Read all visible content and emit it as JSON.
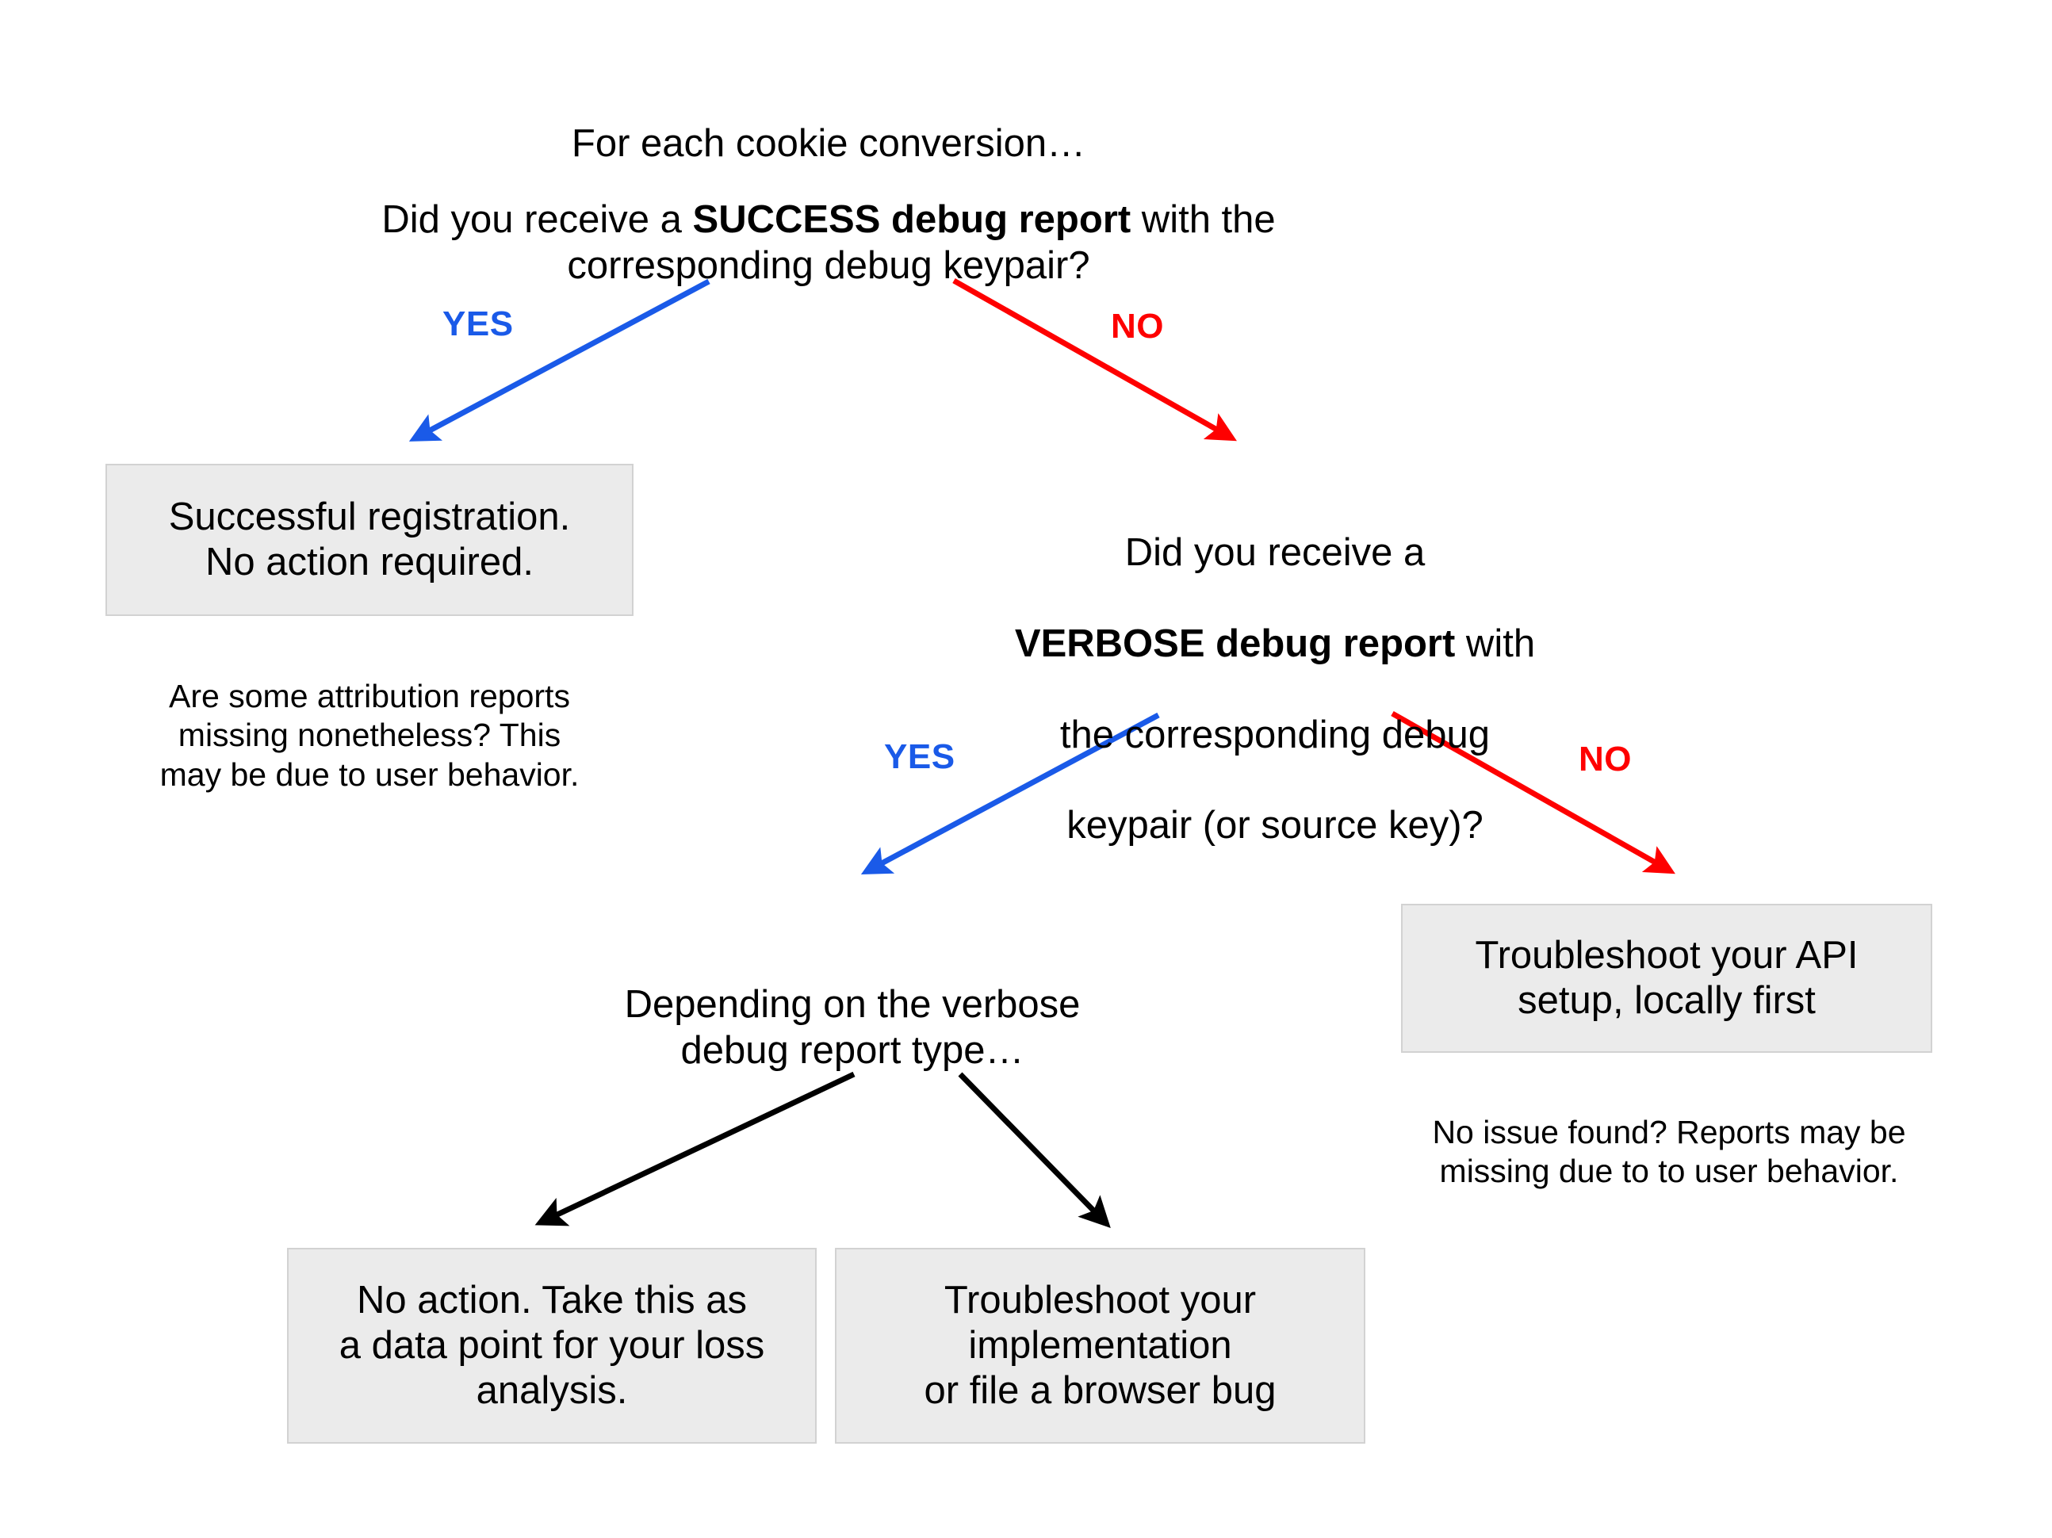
{
  "diagram": {
    "title": "For each cookie conversion…",
    "colors": {
      "yes_blue": "#1a5ae8",
      "no_red": "#fe0000",
      "box_fill": "#ebebeb",
      "box_border": "#d2d2d2",
      "arrow_black": "#000000"
    },
    "root": {
      "prompt": "For each cookie conversion…",
      "question_prefix": "Did you receive a ",
      "question_bold": "SUCCESS debug report",
      "question_suffix": " with the\ncorresponding debug keypair?"
    },
    "edges": [
      {
        "id": "root-yes",
        "label": "YES",
        "color": "#1a5ae8"
      },
      {
        "id": "root-no",
        "label": "NO",
        "color": "#fe0000"
      },
      {
        "id": "verbose-yes",
        "label": "YES",
        "color": "#1a5ae8"
      },
      {
        "id": "verbose-no",
        "label": "NO",
        "color": "#fe0000"
      },
      {
        "id": "type-left",
        "label": "",
        "color": "#000000"
      },
      {
        "id": "type-right",
        "label": "",
        "color": "#000000"
      }
    ],
    "nodes": {
      "successful_registration": {
        "text": "Successful registration.\nNo action required."
      },
      "successful_registration_note": {
        "text": "Are some attribution reports\nmissing nonetheless? This\nmay be due to user behavior."
      },
      "verbose_question": {
        "line1": "Did you receive a",
        "bold": "VERBOSE debug report",
        "after_bold": " with",
        "line3": "the corresponding debug",
        "line4": "keypair (or source key)?"
      },
      "depending_on_type": {
        "text": "Depending on the verbose\ndebug report type…"
      },
      "troubleshoot_api": {
        "text": "Troubleshoot your API\nsetup, locally first"
      },
      "troubleshoot_api_note": {
        "text": "No issue found? Reports may be\nmissing due to to user behavior."
      },
      "no_action_loss_analysis": {
        "text": "No action. Take this as\na data point for your loss\nanalysis."
      },
      "troubleshoot_implementation": {
        "text": "Troubleshoot your\nimplementation\nor file a browser bug"
      }
    }
  }
}
